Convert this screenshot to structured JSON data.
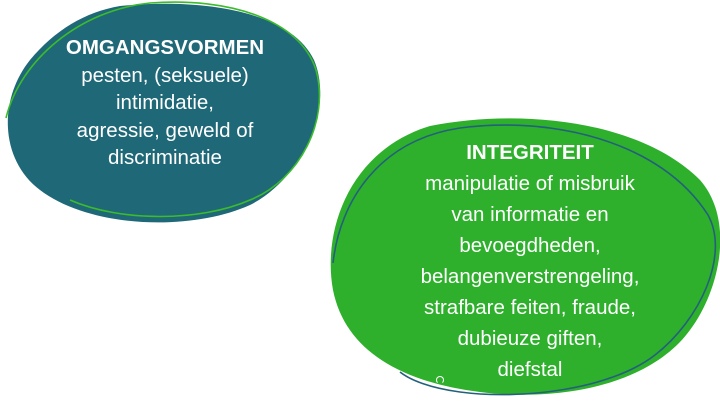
{
  "colors": {
    "omgangsvormen_fill": "#1f6878",
    "omgangsvormen_outline": "#3cbc2c",
    "integriteit_fill": "#2eb02c",
    "integriteit_outline": "#24607c",
    "text": "#ffffff"
  },
  "omgangsvormen": {
    "title": "OMGANGSVORMEN",
    "lines": [
      "pesten, (seksuele)",
      "intimidatie,",
      "agressie, geweld of",
      "discriminatie"
    ]
  },
  "integriteit": {
    "title": "INTEGRITEIT",
    "lines": [
      "manipulatie of misbruik",
      "van informatie en",
      "bevoegdheden,",
      "belangenverstrengeling,",
      "strafbare feiten, fraude,",
      "dubieuze giften,",
      "diefstal"
    ]
  }
}
